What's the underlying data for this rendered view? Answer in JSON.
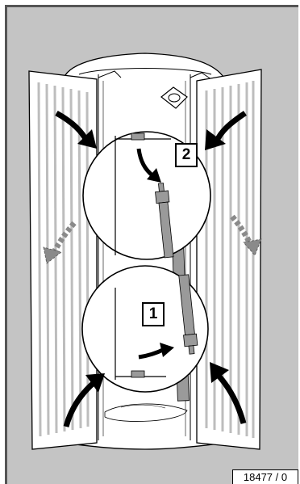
{
  "steps": {
    "step_1": "1",
    "step_2": "2"
  },
  "figure_reference": "18477 / 0",
  "colors": {
    "background": "#c4c4c4",
    "panel": "#ffffff",
    "lamp": "#9a9a9a",
    "arrow": "#000000",
    "dashed_arrow": "#8a8a8a"
  }
}
